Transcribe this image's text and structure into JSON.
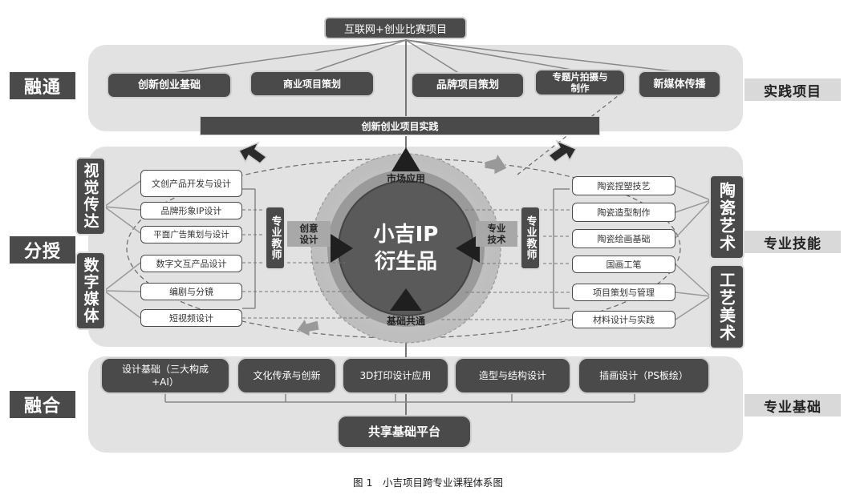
{
  "top_header": "互联网+创业比赛项目",
  "top_boxes": [
    "创新创业基础",
    "商业项目策划",
    "品牌项目策划",
    "专题片拍摄与\n制作",
    "新媒体传播"
  ],
  "top_bar": "创新创业项目实践",
  "left_labels": {
    "rongtong": "融通",
    "fenshou": "分授",
    "ronghe": "融合"
  },
  "right_labels": {
    "practice": "实践项目",
    "skills": "专业技能",
    "foundation": "专业基础"
  },
  "left_groups": {
    "visual": "视觉传达",
    "digital": "数字媒体"
  },
  "right_groups": {
    "ceramic": "陶瓷艺术",
    "craft": "工艺美术"
  },
  "left_courses": [
    "文创产品开发与设计",
    "品牌形象IP设计",
    "平面广告策划与设计",
    "数字文互产品设计",
    "编剧与分镜",
    "短视频设计"
  ],
  "right_courses": [
    "陶瓷捏塑技艺",
    "陶瓷造型制作",
    "陶瓷绘画基础",
    "国画工笔",
    "项目策划与管理",
    "材料设计与实践"
  ],
  "teacher_label": "专业教师",
  "center": {
    "line1": "小吉IP",
    "line2": "衍生品",
    "top": "市场应用",
    "bottom": "基础共通",
    "left": "创意\n设计",
    "right": "专业\n技术"
  },
  "bottom_boxes": [
    "设计基础（三大构成\n+AI）",
    "文化传承与创新",
    "3D打印设计应用",
    "造型与结构设计",
    "插画设计（PS板绘）"
  ],
  "bottom_platform": "共享基础平台",
  "caption": "图 1　小吉项目跨专业课程体系图"
}
